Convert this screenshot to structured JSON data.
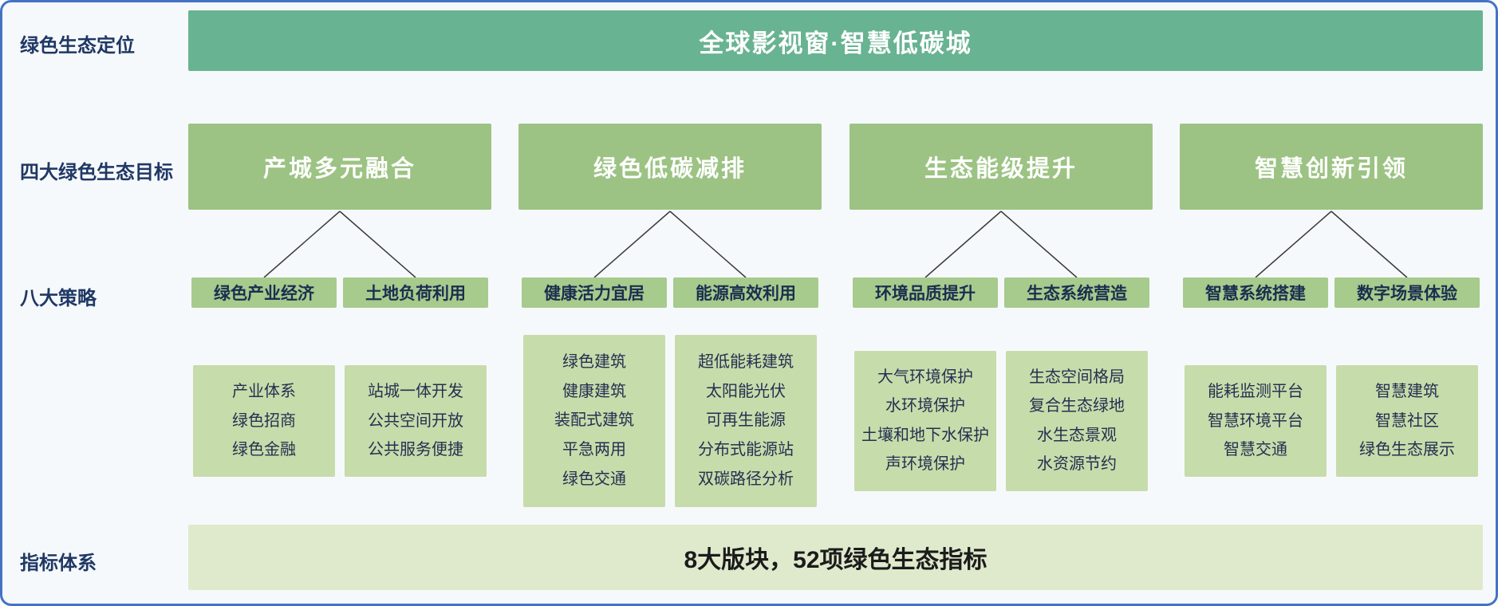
{
  "row_labels": {
    "positioning": "绿色生态定位",
    "goals": "四大绿色生态目标",
    "strategies": "八大策略",
    "indicators": "指标体系"
  },
  "header_banner": "全球影视窗·智慧低碳城",
  "footer_banner": "8大版块，52项绿色生态指标",
  "goals": [
    {
      "title": "产城多元融合",
      "strategies": [
        {
          "name": "绿色产业经济",
          "items": [
            "产业体系",
            "绿色招商",
            "绿色金融"
          ]
        },
        {
          "name": "土地负荷利用",
          "items": [
            "站城一体开发",
            "公共空间开放",
            "公共服务便捷"
          ]
        }
      ]
    },
    {
      "title": "绿色低碳减排",
      "strategies": [
        {
          "name": "健康活力宜居",
          "items": [
            "绿色建筑",
            "健康建筑",
            "装配式建筑",
            "平急两用",
            "绿色交通"
          ]
        },
        {
          "name": "能源高效利用",
          "items": [
            "超低能耗建筑",
            "太阳能光伏",
            "可再生能源",
            "分布式能源站",
            "双碳路径分析"
          ]
        }
      ]
    },
    {
      "title": "生态能级提升",
      "strategies": [
        {
          "name": "环境品质提升",
          "items": [
            "大气环境保护",
            "水环境保护",
            "土壤和地下水保护",
            "声环境保护"
          ]
        },
        {
          "name": "生态系统营造",
          "items": [
            "生态空间格局",
            "复合生态绿地",
            "水生态景观",
            "水资源节约"
          ]
        }
      ]
    },
    {
      "title": "智慧创新引领",
      "strategies": [
        {
          "name": "智慧系统搭建",
          "items": [
            "能耗监测平台",
            "智慧环境平台",
            "智慧交通"
          ]
        },
        {
          "name": "数字场景体验",
          "items": [
            "智慧建筑",
            "智慧社区",
            "绿色生态展示"
          ]
        }
      ]
    }
  ],
  "colors": {
    "frame_border": "#4472c4",
    "frame_background": "#f6f9fc",
    "header_banner": "#68b391",
    "goal_box": "#9cc383",
    "strategy_box": "#a7ca8d",
    "detail_box": "#c7dcab",
    "footer_banner": "#dfeacd",
    "label_text": "#1f3864",
    "header_text": "#ffffff",
    "goal_text": "#ffffff",
    "strategy_text": "#1b2e4f",
    "detail_text": "#233150",
    "connector_line": "#3c3c3c"
  }
}
